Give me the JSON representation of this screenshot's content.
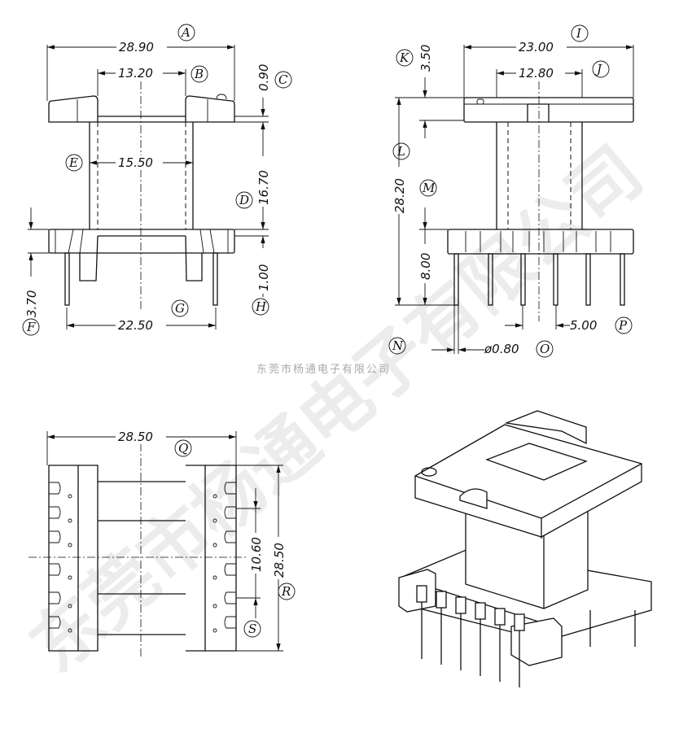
{
  "caption": "东莞市杨通电子有限公司",
  "watermark": "东莞市杨通电子有限公司",
  "front_view": {
    "dims": {
      "A": "28.90",
      "B": "13.20",
      "C": "0.90",
      "D": "16.70",
      "E": "15.50",
      "F": "3.70",
      "G": "22.50",
      "H": "1.00"
    },
    "labels": {
      "A": "A",
      "B": "B",
      "C": "C",
      "D": "D",
      "E": "E",
      "F": "F",
      "G": "G",
      "H": "H"
    }
  },
  "side_view": {
    "dims": {
      "I": "23.00",
      "J": "12.80",
      "K": "3.50",
      "L": "28.20",
      "M": "8.00",
      "O": "ø0.80",
      "P": "5.00"
    },
    "labels": {
      "I": "I",
      "J": "J",
      "K": "K",
      "L": "L",
      "M": "M",
      "N": "N",
      "O": "O",
      "P": "P"
    }
  },
  "bottom_view": {
    "dims": {
      "Q": "28.50",
      "R": "28.50",
      "S": "10.60"
    },
    "labels": {
      "Q": "Q",
      "R": "R",
      "S": "S"
    }
  }
}
